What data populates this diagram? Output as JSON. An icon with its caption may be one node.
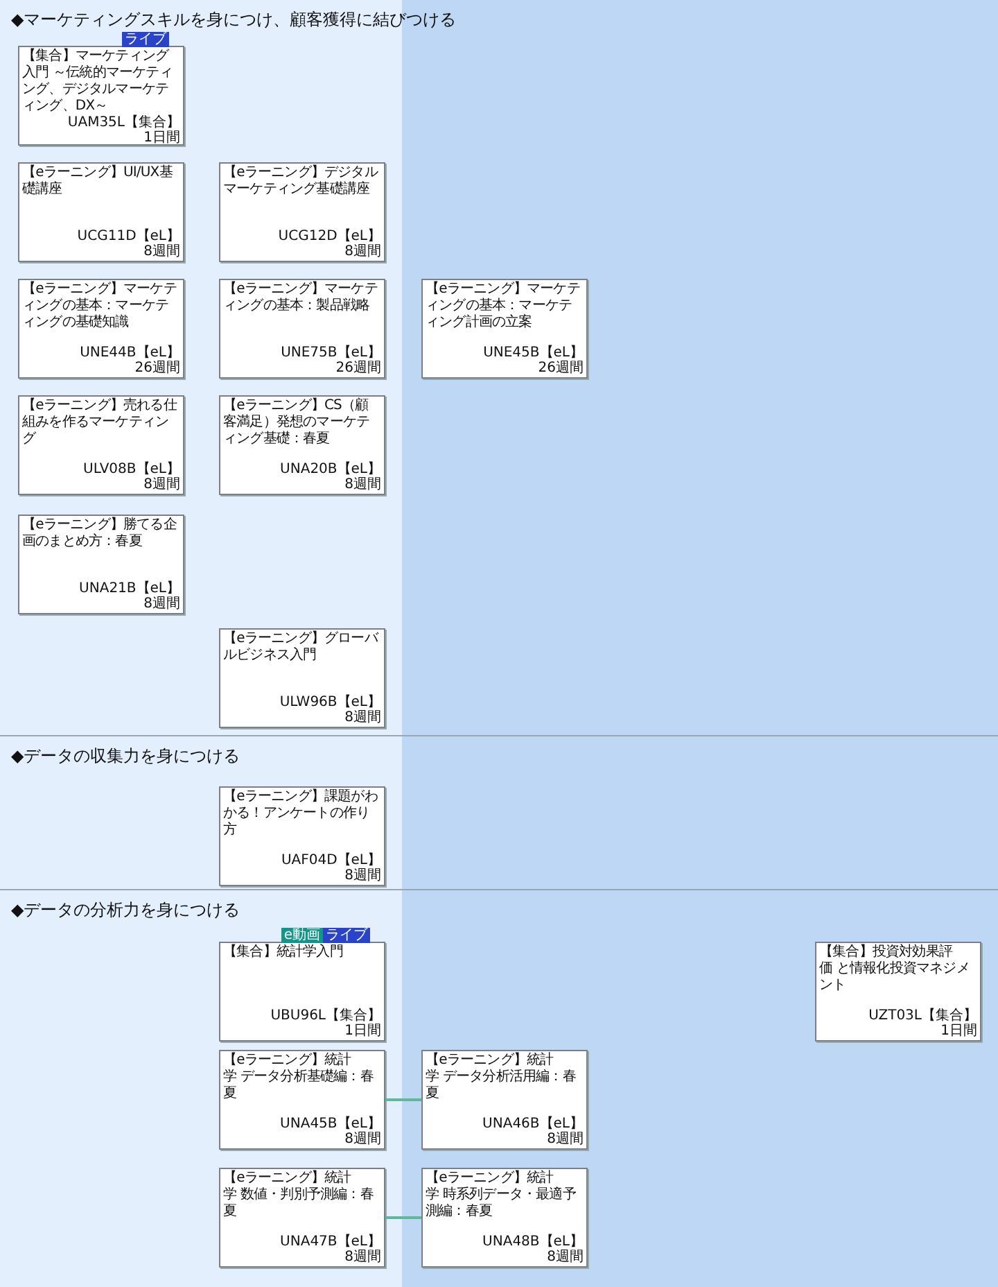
{
  "diagram": {
    "nodes": [
      {
        "text": [
          "◆マーケティングスキルを身につけ、顧客獲得に結びつける"
        ]
      },
      {
        "text": [
          "【集合】マーケティング入門 ～伝統的マーケティング、デジタルマーケティング、DX～",
          "UAM35L【集合】",
          "1日間"
        ],
        "in": 0,
        "beside": [
          "ライブ"
        ]
      },
      {
        "text": [
          "【eラーニング】UI/UX基礎講座",
          "UCG11D【eL】",
          "8週間"
        ],
        "in": 0
      },
      {
        "text": [
          "【eラーニング】デジタルマーケティング基礎講座",
          "UCG12D【eL】",
          "8週間"
        ],
        "in": 0
      },
      {
        "text": [
          "【eラーニング】マーケティングの基本：マーケティングの基礎知識",
          "UNE44B【eL】",
          "26週間"
        ],
        "in": 0
      },
      {
        "text": [
          "【eラーニング】マーケティングの基本：製品戦略",
          "UNE75B【eL】",
          "26週間"
        ],
        "in": 0
      },
      {
        "text": [
          "【eラーニング】マーケティングの基本：マーケティング計画の立案",
          "UNE45B【eL】",
          "26週間"
        ],
        "in": 0
      },
      {
        "text": [
          "【eラーニング】売れる仕組みを作るマーケティング",
          "ULV08B【eL】",
          "8週間"
        ],
        "in": 0
      },
      {
        "text": [
          "【eラーニング】CS（顧客満足）発想のマーケティング基礎：春夏",
          "UNA20B【eL】",
          "8週間"
        ],
        "in": 0
      },
      {
        "text": [
          "【eラーニング】勝てる企画のまとめ方：春夏",
          "UNA21B【eL】",
          "8週間"
        ],
        "in": 0
      },
      {
        "text": [
          "【eラーニング】グローバルビジネス入門",
          "ULW96B【eL】",
          "8週間"
        ],
        "in": 0
      },
      {
        "text": [
          "◆データの収集力を身につける"
        ]
      },
      {
        "text": [
          "【eラーニング】課題がわかる！アンケートの作り方",
          "UAF04D【eL】",
          "8週間"
        ],
        "in": 11
      },
      {
        "text": [
          "◆データの分析力を身につける"
        ]
      },
      {
        "text": [
          "【集合】統計学入門",
          "UBU96L【集合】",
          "1日間"
        ],
        "in": 13,
        "beside": [
          "e動画",
          "ライブ"
        ]
      },
      {
        "text": [
          "【集合】投資対効果評価 と情報化投資マネジメント",
          "UZT03L【集合】",
          "1日間"
        ],
        "in": 13
      },
      {
        "text": [
          "【eラーニング】統計学 データ分析基礎編：春夏",
          "UNA45B【eL】",
          "8週間"
        ],
        "in": 13
      },
      {
        "text": [
          "【eラーニング】統計学 データ分析活用編：春夏",
          "UNA46B【eL】",
          "8週間"
        ],
        "in": 13
      },
      {
        "text": [
          "【eラーニング】統計学 数値・判別予測編：春夏",
          "UNA47B【eL】",
          "8週間"
        ],
        "in": 13
      },
      {
        "text": [
          "【eラーニング】統計学 時系列データ・最適予測編：春夏",
          "UNA48B【eL】",
          "8週間"
        ],
        "in": 13
      }
    ],
    "edges": [
      {
        "from": 16,
        "to": 17,
        "arrow": "none"
      },
      {
        "from": 18,
        "to": 19,
        "arrow": "none"
      }
    ]
  }
}
